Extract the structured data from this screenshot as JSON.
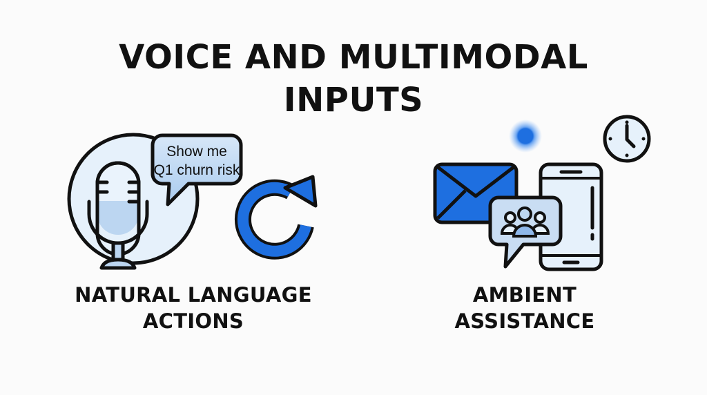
{
  "title": {
    "line1": "VOICE AND MULTIMODAL",
    "line2": "INPUTS"
  },
  "sections": [
    {
      "label_line1": "NATURAL LANGUAGE",
      "label_line2": "ACTIONS",
      "icons": [
        "microphone-icon",
        "speech-bubble-icon",
        "refresh-icon"
      ],
      "speech_bubble": {
        "line1": "Show me",
        "line2": "Q1 churn risk"
      }
    },
    {
      "label_line1": "AMBIENT",
      "label_line2": "ASSISTANCE",
      "icons": [
        "notification-dot-icon",
        "clock-icon",
        "envelope-icon",
        "smartphone-icon",
        "group-chat-icon"
      ]
    }
  ],
  "colors": {
    "primary_blue": "#1e6fe0",
    "light_blue": "#c9ddf3",
    "pale_blue": "#e6f1fb",
    "outline": "#111111",
    "background": "#fbfbfb"
  }
}
